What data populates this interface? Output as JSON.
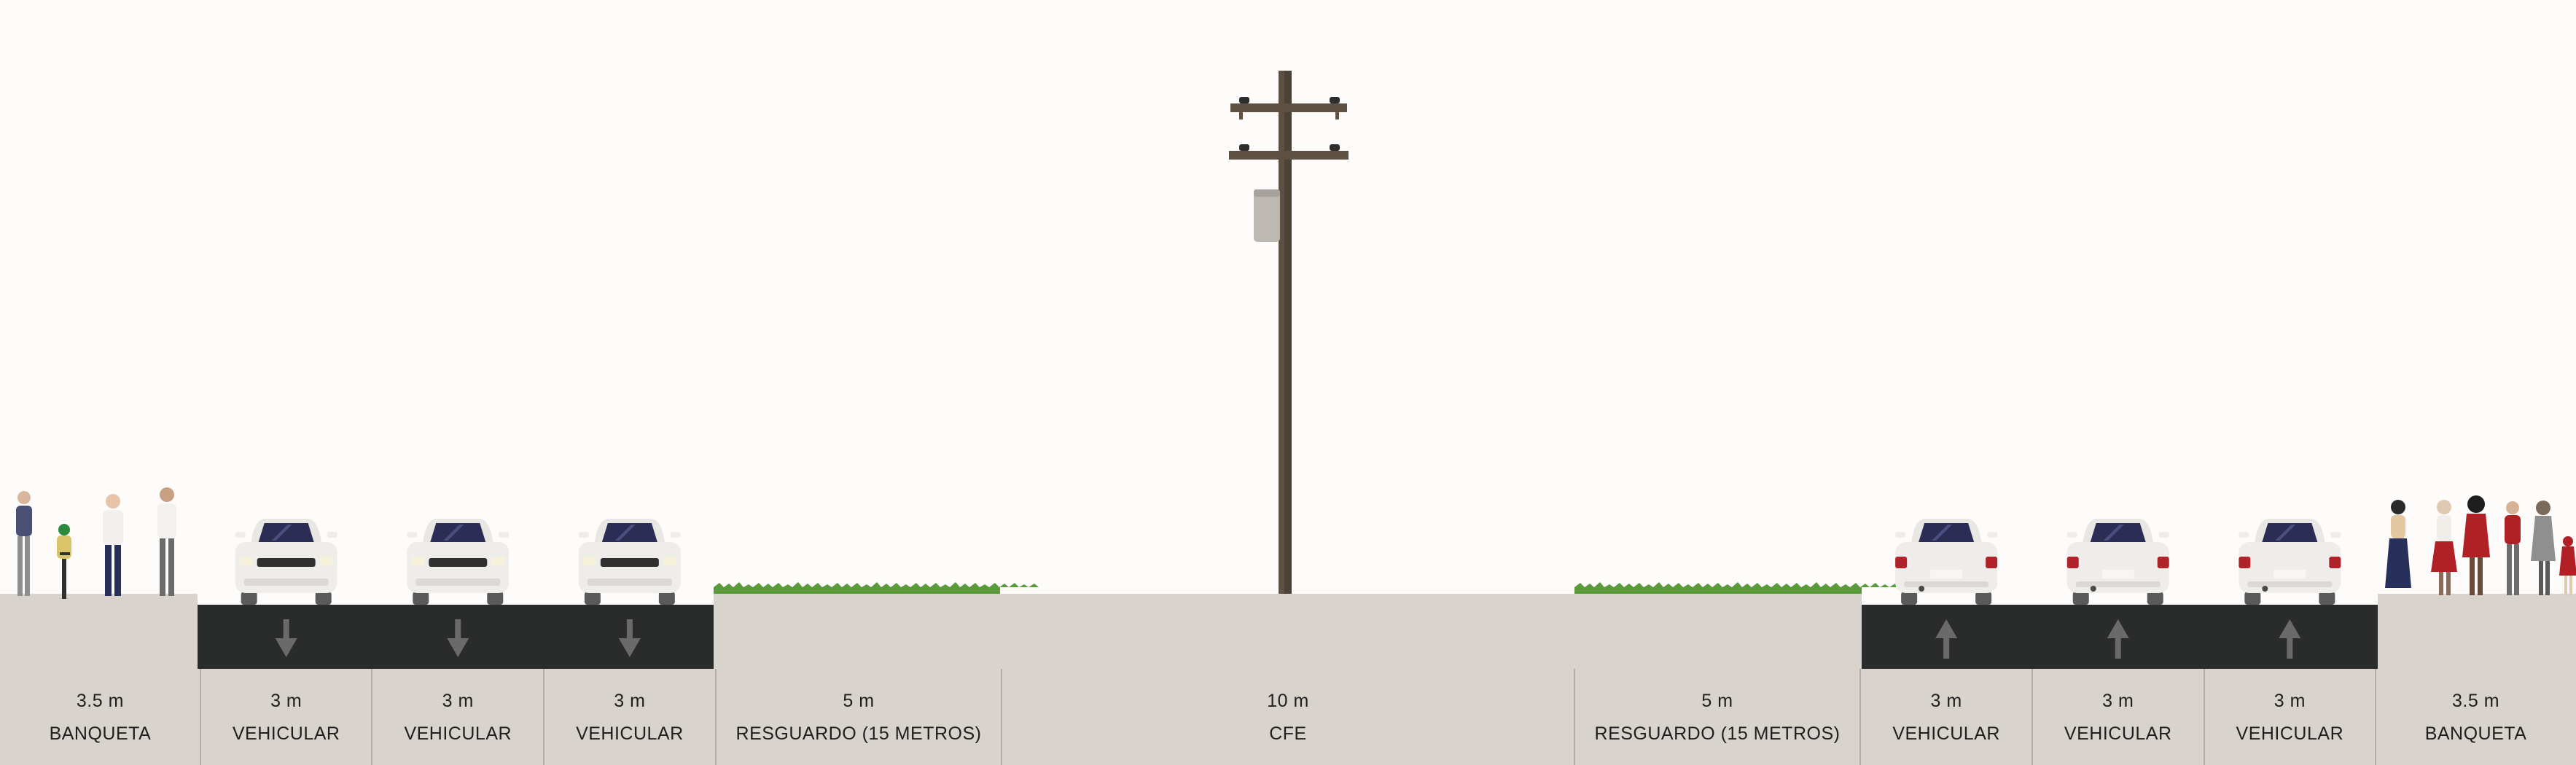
{
  "colors": {
    "sky": "#fdfcfb",
    "ground": "#d8d3cd",
    "asphalt": "#2a2c2b",
    "arrow": "#6a6a6a",
    "grass": "#5b9a3a",
    "pole": "#5a4c3f",
    "divider": "#b3ada6"
  },
  "segments": [
    {
      "id": "sidewalk-left",
      "type": "sidewalk",
      "width_label": "3.5 m",
      "name": "BANQUETA",
      "width_m": 3.5
    },
    {
      "id": "lane-1",
      "type": "lane",
      "direction": "down",
      "width_label": "3 m",
      "name": "VEHICULAR",
      "width_m": 3
    },
    {
      "id": "lane-2",
      "type": "lane",
      "direction": "down",
      "width_label": "3 m",
      "name": "VEHICULAR",
      "width_m": 3
    },
    {
      "id": "lane-3",
      "type": "lane",
      "direction": "down",
      "width_label": "3 m",
      "name": "VEHICULAR",
      "width_m": 3
    },
    {
      "id": "buffer-left",
      "type": "buffer",
      "width_label": "5 m",
      "name": "RESGUARDO (15 METROS)",
      "width_m": 5
    },
    {
      "id": "cfe",
      "type": "utility",
      "width_label": "10 m",
      "name": "CFE",
      "width_m": 10
    },
    {
      "id": "buffer-right",
      "type": "buffer",
      "width_label": "5 m",
      "name": "RESGUARDO (15 METROS)",
      "width_m": 5
    },
    {
      "id": "lane-4",
      "type": "lane",
      "direction": "up",
      "width_label": "3 m",
      "name": "VEHICULAR",
      "width_m": 3
    },
    {
      "id": "lane-5",
      "type": "lane",
      "direction": "up",
      "width_label": "3 m",
      "name": "VEHICULAR",
      "width_m": 3
    },
    {
      "id": "lane-6",
      "type": "lane",
      "direction": "up",
      "width_label": "3 m",
      "name": "VEHICULAR",
      "width_m": 3
    },
    {
      "id": "sidewalk-right",
      "type": "sidewalk",
      "width_label": "3.5 m",
      "name": "BANQUETA",
      "width_m": 3.5
    }
  ]
}
